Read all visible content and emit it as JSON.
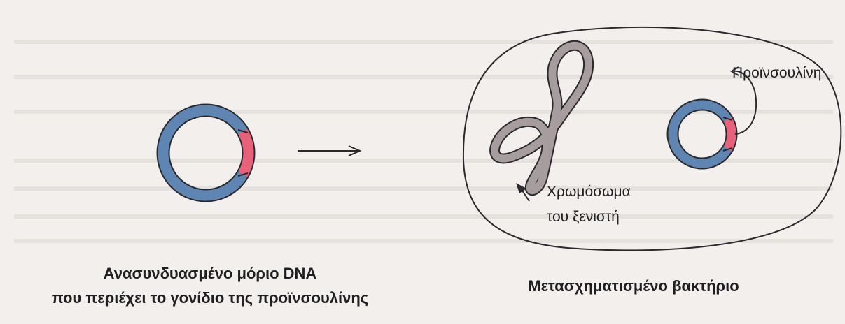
{
  "diagram": {
    "left_caption": {
      "line1": "Ανασυνδυασμένο μόριο DNA",
      "line2": "που περιέχει το γονίδιο της προϊνσουλίνης"
    },
    "right_caption": "Μετασχηματισμένο βακτήριο",
    "chromosome_label": {
      "line1": "Χρωμόσωμα",
      "line2": "του ξενιστή"
    },
    "proinsulin_label": "Προϊνσουλίνη"
  },
  "colors": {
    "dna_blue": "#5f86b2",
    "insulin_gene": "#e8617a",
    "chromosome": "#a79c9e",
    "outline": "#2a2a2e"
  }
}
